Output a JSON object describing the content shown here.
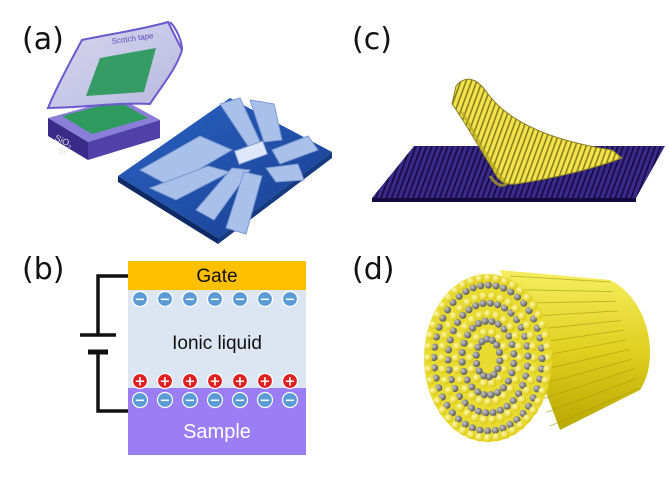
{
  "panels": {
    "a": {
      "label": "(a)",
      "tape_text": "Scotch tape",
      "sio2_text": "SiO",
      "sio2_sub": "2",
      "si_text": "Si"
    },
    "b": {
      "label": "(b)",
      "gate": "Gate",
      "ionic_liquid": "Ionic liquid",
      "sample": "Sample",
      "negative_sign": "−",
      "positive_sign": "+"
    },
    "c": {
      "label": "(c)"
    },
    "d": {
      "label": "(d)"
    }
  },
  "colors": {
    "gate": "#ffc000",
    "ionic_liquid": "#dce6f2",
    "sample": "#9b7ef5",
    "negative_ion": "#5b9bd5",
    "positive_ion": "#e02020",
    "substrate_blue": "#1f4fa8",
    "flake_yellow": "#f0e040",
    "substrate_purple": "#2a1a6e"
  }
}
